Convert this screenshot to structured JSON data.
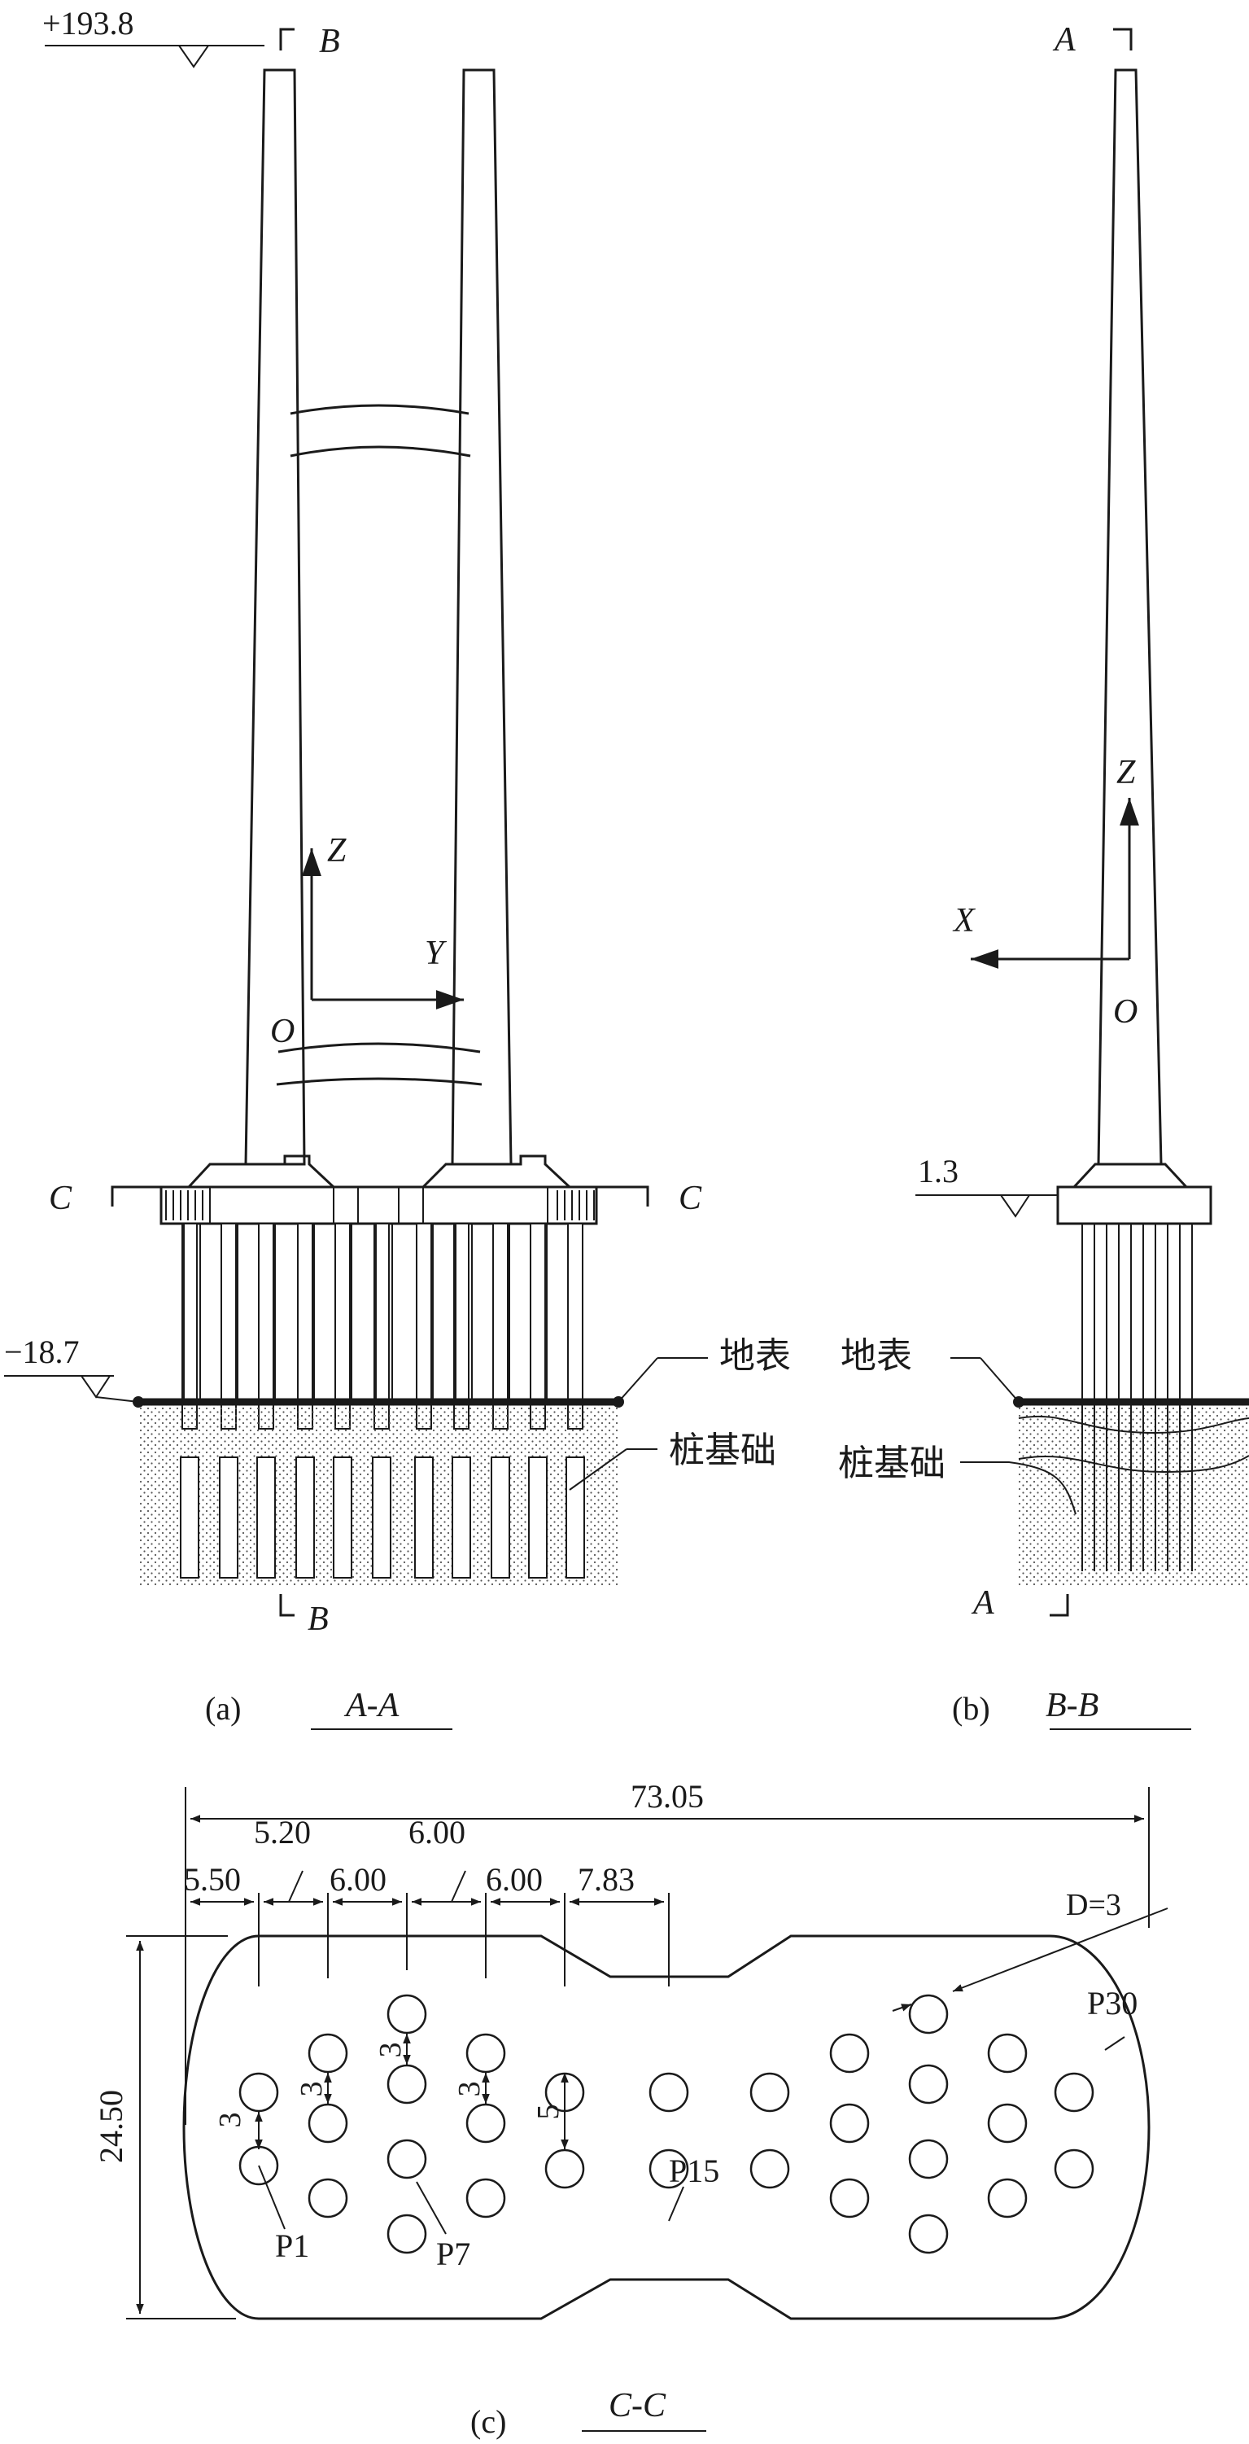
{
  "panel_a": {
    "elev_top": "+193.8",
    "section_b_top": "B",
    "section_b_bottom": "B",
    "section_c_left": "C",
    "section_c_right": "C",
    "axis_z": "Z",
    "axis_y": "Y",
    "origin": "O",
    "elev_bottom": "−18.7",
    "ground_label": "地表",
    "pile_label": "桩基础",
    "panel_label": "(a)",
    "section_title": "A-A"
  },
  "panel_b": {
    "section_a_top": "A",
    "section_a_bottom": "A",
    "axis_z": "Z",
    "axis_x": "X",
    "origin": "O",
    "elev": "1.3",
    "ground_label": "地表",
    "pile_label": "桩基础",
    "panel_label": "(b)",
    "section_title": "B-B"
  },
  "panel_c": {
    "total_width": "73.05",
    "dim_1": "5.50",
    "dim_2": "5.20",
    "dim_3": "6.00",
    "dim_4": "6.00",
    "dim_5": "6.00",
    "dim_6": "7.83",
    "height": "24.50",
    "diameter": "D=3",
    "spacing_3a": "3",
    "spacing_3b": "3",
    "spacing_3c": "3",
    "spacing_3d": "3",
    "spacing_5": "5",
    "pile_p1": "P1",
    "pile_p7": "P7",
    "pile_p15": "P15",
    "pile_p30": "P30",
    "panel_label": "(c)",
    "section_title": "C-C"
  },
  "colors": {
    "line": "#1a1a1a",
    "soil_dots": "#555555",
    "background": "#ffffff"
  }
}
